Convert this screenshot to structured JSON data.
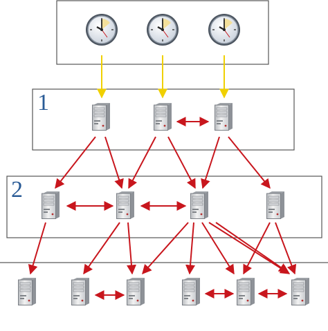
{
  "diagram": {
    "kind": "network time protocol stratum hierarchy",
    "levels": [
      {
        "id": "clocks",
        "label": "",
        "node_count": 3,
        "node_icon": "clock-icon"
      },
      {
        "id": "stratum-1",
        "label": "1",
        "node_count": 3,
        "node_icon": "server-icon"
      },
      {
        "id": "stratum-2",
        "label": "2",
        "node_count": 4,
        "node_icon": "server-icon"
      },
      {
        "id": "stratum-3",
        "label": "",
        "node_count": 6,
        "node_icon": "server-icon"
      }
    ],
    "colors": {
      "reference_link": "#f0d000",
      "sync_link": "#c8161d",
      "label": "#2a5b96",
      "frame": "#555555",
      "clock_face": "#e8edf4",
      "clock_rim": "#5a6470",
      "clock_wedge": "#f3df9a"
    }
  }
}
